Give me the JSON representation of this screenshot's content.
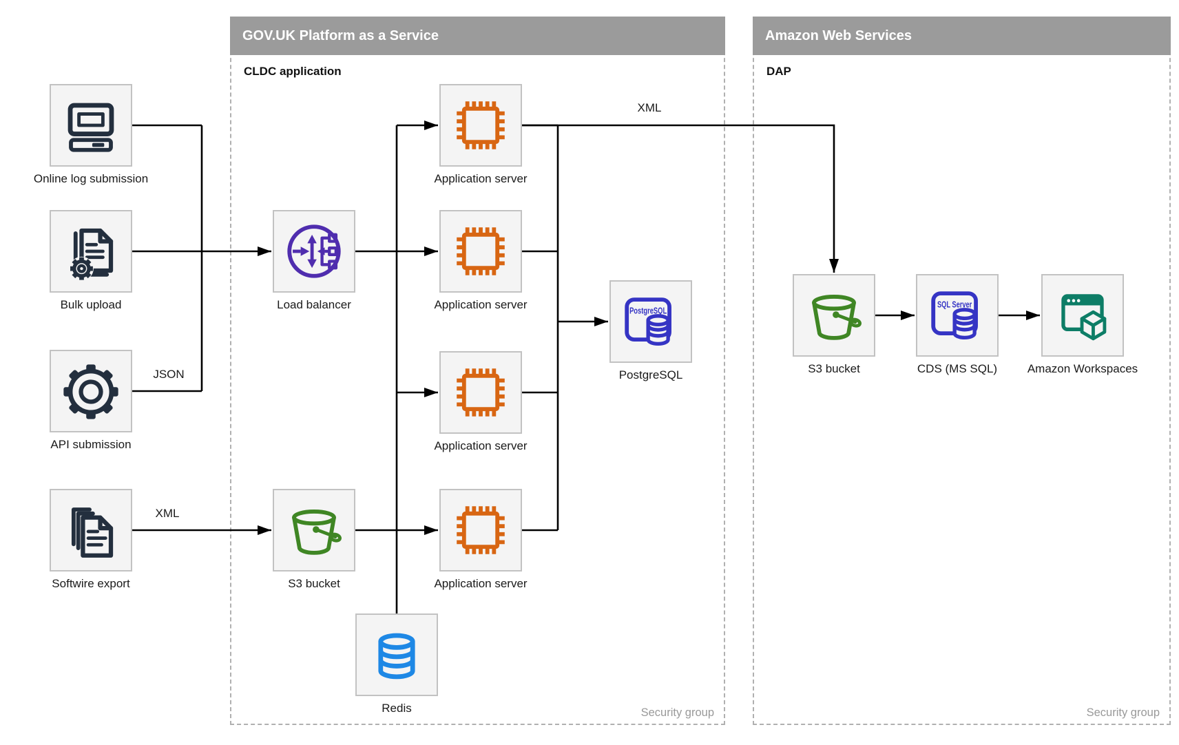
{
  "colors": {
    "header_gray": "#9b9b9b",
    "zone_border": "#b0b0b0",
    "box_fill": "#f4f4f4",
    "box_border": "#c2c2c2",
    "navy": "#232f3e",
    "purple": "#4f2dae",
    "orange": "#d86613",
    "indigo": "#3534c4",
    "green": "#3f8624",
    "blue": "#1e88e5",
    "teal": "#0d7d66",
    "line": "#000000",
    "label": "#1a1a1a",
    "muted": "#999999"
  },
  "govuk": {
    "title": "GOV.UK Platform as a Service",
    "subtitle": "CLDC application",
    "security": "Security group"
  },
  "aws": {
    "title": "Amazon Web Services",
    "subtitle": "DAP",
    "security": "Security group"
  },
  "nodes": {
    "online_log": "Online log submission",
    "bulk_upload": "Bulk upload",
    "api_submission": "API submission",
    "softwire_export": "Softwire export",
    "load_balancer": "Load balancer",
    "app_server": "Application server",
    "postgresql": "PostgreSQL",
    "s3_bucket": "S3 bucket",
    "redis": "Redis",
    "aws_s3_bucket": "S3 bucket",
    "cds": "CDS (MS SQL)",
    "workspaces": "Amazon Workspaces"
  },
  "edge_labels": {
    "json": "JSON",
    "xml_softwire": "XML",
    "xml_out": "XML"
  },
  "icon_texts": {
    "postgresql": "PostgreSQL",
    "sql_server": "SQL Server"
  }
}
